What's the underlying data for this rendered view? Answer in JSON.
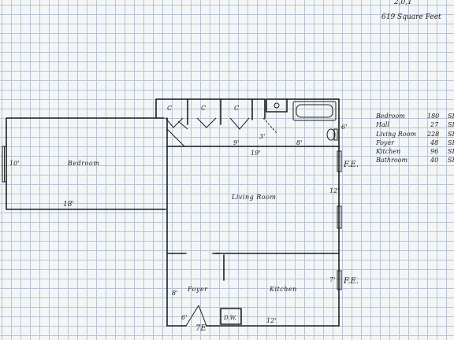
{
  "header": {
    "top_partial": "2,0,1",
    "area_label": "619 Square Feet"
  },
  "rooms": {
    "bedroom": "Bedroom",
    "living_room": "Living Room",
    "foyer": "Foyer",
    "kitchen": "Kitchen"
  },
  "closets": [
    "C",
    "C",
    "C"
  ],
  "dimensions": {
    "bedroom_height": "10'",
    "bedroom_width": "18'",
    "top_9": "9'",
    "top_3": "3'",
    "top_8": "8'",
    "living_width": "19'",
    "living_height": "12'",
    "bath_6": "6'",
    "foyer_8": "8'",
    "kitchen_7": "7'",
    "kitchen_12": "12'",
    "foyer_6": "6'"
  },
  "labels": {
    "fire_escape_1": "F.E.",
    "fire_escape_2": "F.E.",
    "dishwasher": "D.W.",
    "entrance": "7E"
  },
  "legend": [
    {
      "name": "Bedroom",
      "value": "180",
      "unit": "SF"
    },
    {
      "name": "Hall",
      "value": "27",
      "unit": "SF"
    },
    {
      "name": "Living Room",
      "value": "228",
      "unit": "SF"
    },
    {
      "name": "Foyer",
      "value": "48",
      "unit": "SF"
    },
    {
      "name": "Kitchen",
      "value": "96",
      "unit": "SF"
    },
    {
      "name": "Bathroom",
      "value": "40",
      "unit": "SF"
    }
  ]
}
